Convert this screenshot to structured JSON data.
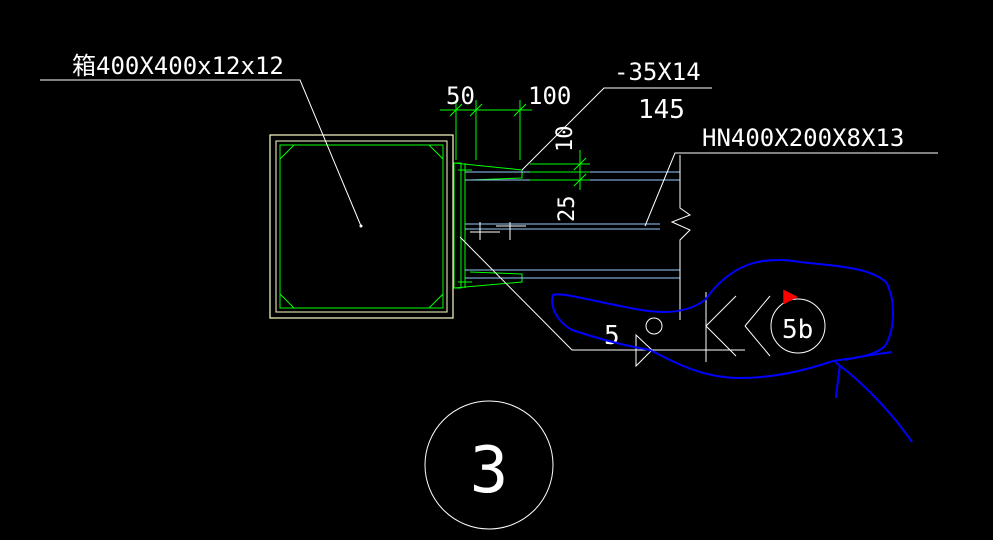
{
  "drawing": {
    "box_section_label": "箱400X400x12x12",
    "plate_label": "-35X14",
    "plate_length": "145",
    "beam_label": "HN400X200X8X13",
    "dim_50": "50",
    "dim_100": "100",
    "dim_10": "10",
    "dim_25": "25",
    "weld_size": "5",
    "weld_ref": "5b",
    "detail_number": "3"
  },
  "colors": {
    "background": "#000000",
    "line_white": "#ffffff",
    "column": "#ffffcc",
    "green": "#00ff00",
    "beam_blue": "#99ccff",
    "markup_blue": "#0000ff",
    "flag_red": "#ff0000"
  }
}
